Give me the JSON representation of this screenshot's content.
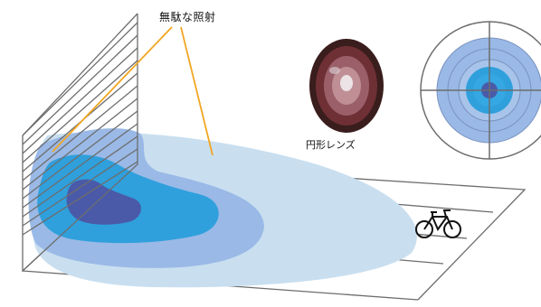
{
  "labels": {
    "wasted_light": "無駄な照射",
    "round_lens": "円形レンズ"
  },
  "icons": {
    "bicycle": "bicycle-icon",
    "lens_photo": "round-lens-photo",
    "target": "concentric-target-icon"
  },
  "colors": {
    "outer_beam": "#c9dff0",
    "mid_beam": "#9ab9e6",
    "inner_beam": "#2fa0dc",
    "hot_spot": "#4a5aa8",
    "pointer_lines": "#f2a623",
    "grid_lines": "#6d6d6d"
  }
}
